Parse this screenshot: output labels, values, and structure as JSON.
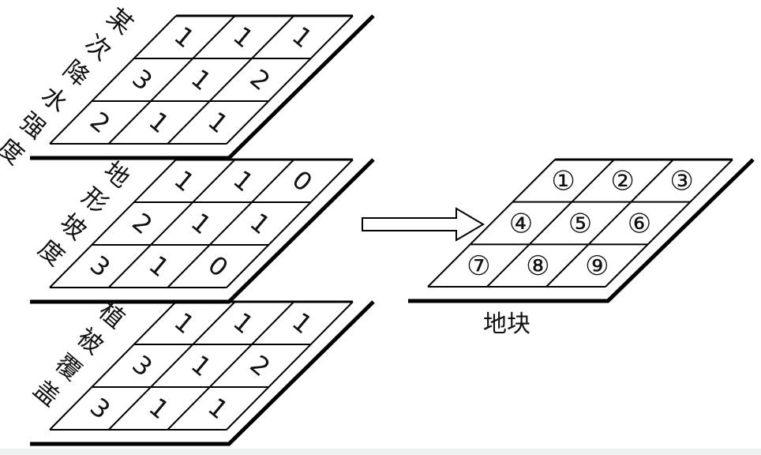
{
  "layers": [
    {
      "label": "某次降水强度",
      "values": [
        [
          "1",
          "1",
          "1"
        ],
        [
          "3",
          "1",
          "2"
        ],
        [
          "2",
          "1",
          "1"
        ]
      ]
    },
    {
      "label": "地形坡度",
      "values": [
        [
          "1",
          "1",
          "0"
        ],
        [
          "2",
          "1",
          "1"
        ],
        [
          "3",
          "1",
          "0"
        ]
      ]
    },
    {
      "label": "植被覆盖",
      "values": [
        [
          "1",
          "1",
          "1"
        ],
        [
          "3",
          "1",
          "2"
        ],
        [
          "3",
          "1",
          "1"
        ]
      ]
    }
  ],
  "result": {
    "label": "地块",
    "cells": [
      [
        "①",
        "②",
        "③"
      ],
      [
        "④",
        "⑤",
        "⑥"
      ],
      [
        "⑦",
        "⑧",
        "⑨"
      ]
    ]
  },
  "arrow": {
    "icon": "right-arrow-icon"
  }
}
